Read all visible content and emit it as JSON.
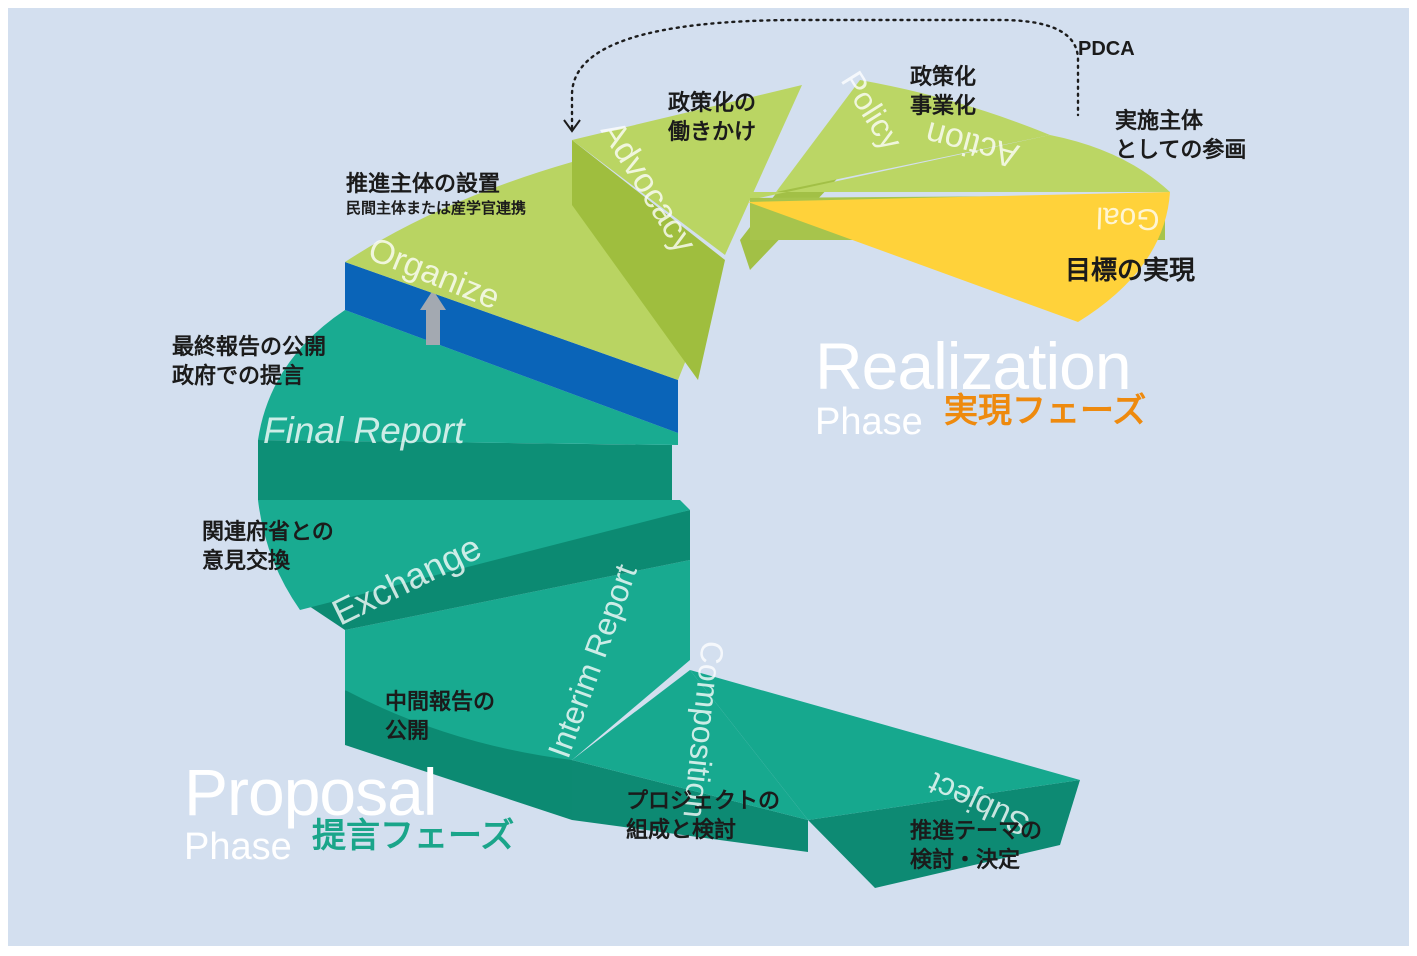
{
  "colors": {
    "background": "#d3dfef",
    "proposal_green": "#14a48b",
    "realization_green": "#b8d360",
    "organize_blue": "#0a64b8",
    "goal_yellow": "#ffd23a",
    "arrow_gray": "#a3a9b1",
    "proposal_jp": "#1aa58a",
    "realization_jp": "#ee8a0e"
  },
  "steps": [
    {
      "id": "subject",
      "eng": "Subject",
      "jp_lines": [
        "推進テーマの",
        "検討・決定"
      ]
    },
    {
      "id": "composition",
      "eng": "Composition",
      "jp_lines": [
        "プロジェクトの",
        "組成と検討"
      ]
    },
    {
      "id": "interim-report",
      "eng": "Interim Report",
      "jp_lines": [
        "中間報告の",
        "公開"
      ]
    },
    {
      "id": "exchange",
      "eng": "Exchange",
      "jp_lines": [
        "関連府省との",
        "意見交換"
      ]
    },
    {
      "id": "final-report",
      "eng": "Final Report",
      "jp_lines": [
        "最終報告の公開",
        "政府での提言"
      ]
    },
    {
      "id": "organize",
      "eng": "Organize",
      "jp_lines": [
        "推進主体の設置"
      ],
      "jp_sub": "民間主体または産学官連携"
    },
    {
      "id": "advocacy",
      "eng": "Advocacy",
      "jp_lines": [
        "政策化の",
        "働きかけ"
      ]
    },
    {
      "id": "policy",
      "eng": "Policy",
      "jp_lines": [
        "政策化",
        "事業化"
      ]
    },
    {
      "id": "action",
      "eng": "Action",
      "jp_lines": [
        "実施主体",
        "としての参画"
      ]
    },
    {
      "id": "goal",
      "eng": "Goal",
      "jp_lines": [
        "目標の実現"
      ]
    }
  ],
  "pdca_label": "PDCA",
  "phases": {
    "proposal": {
      "big": "Proposal",
      "small": "Phase",
      "jp": "提言フェーズ"
    },
    "realization": {
      "big": "Realization",
      "small": "Phase",
      "jp": "実現フェーズ"
    }
  }
}
